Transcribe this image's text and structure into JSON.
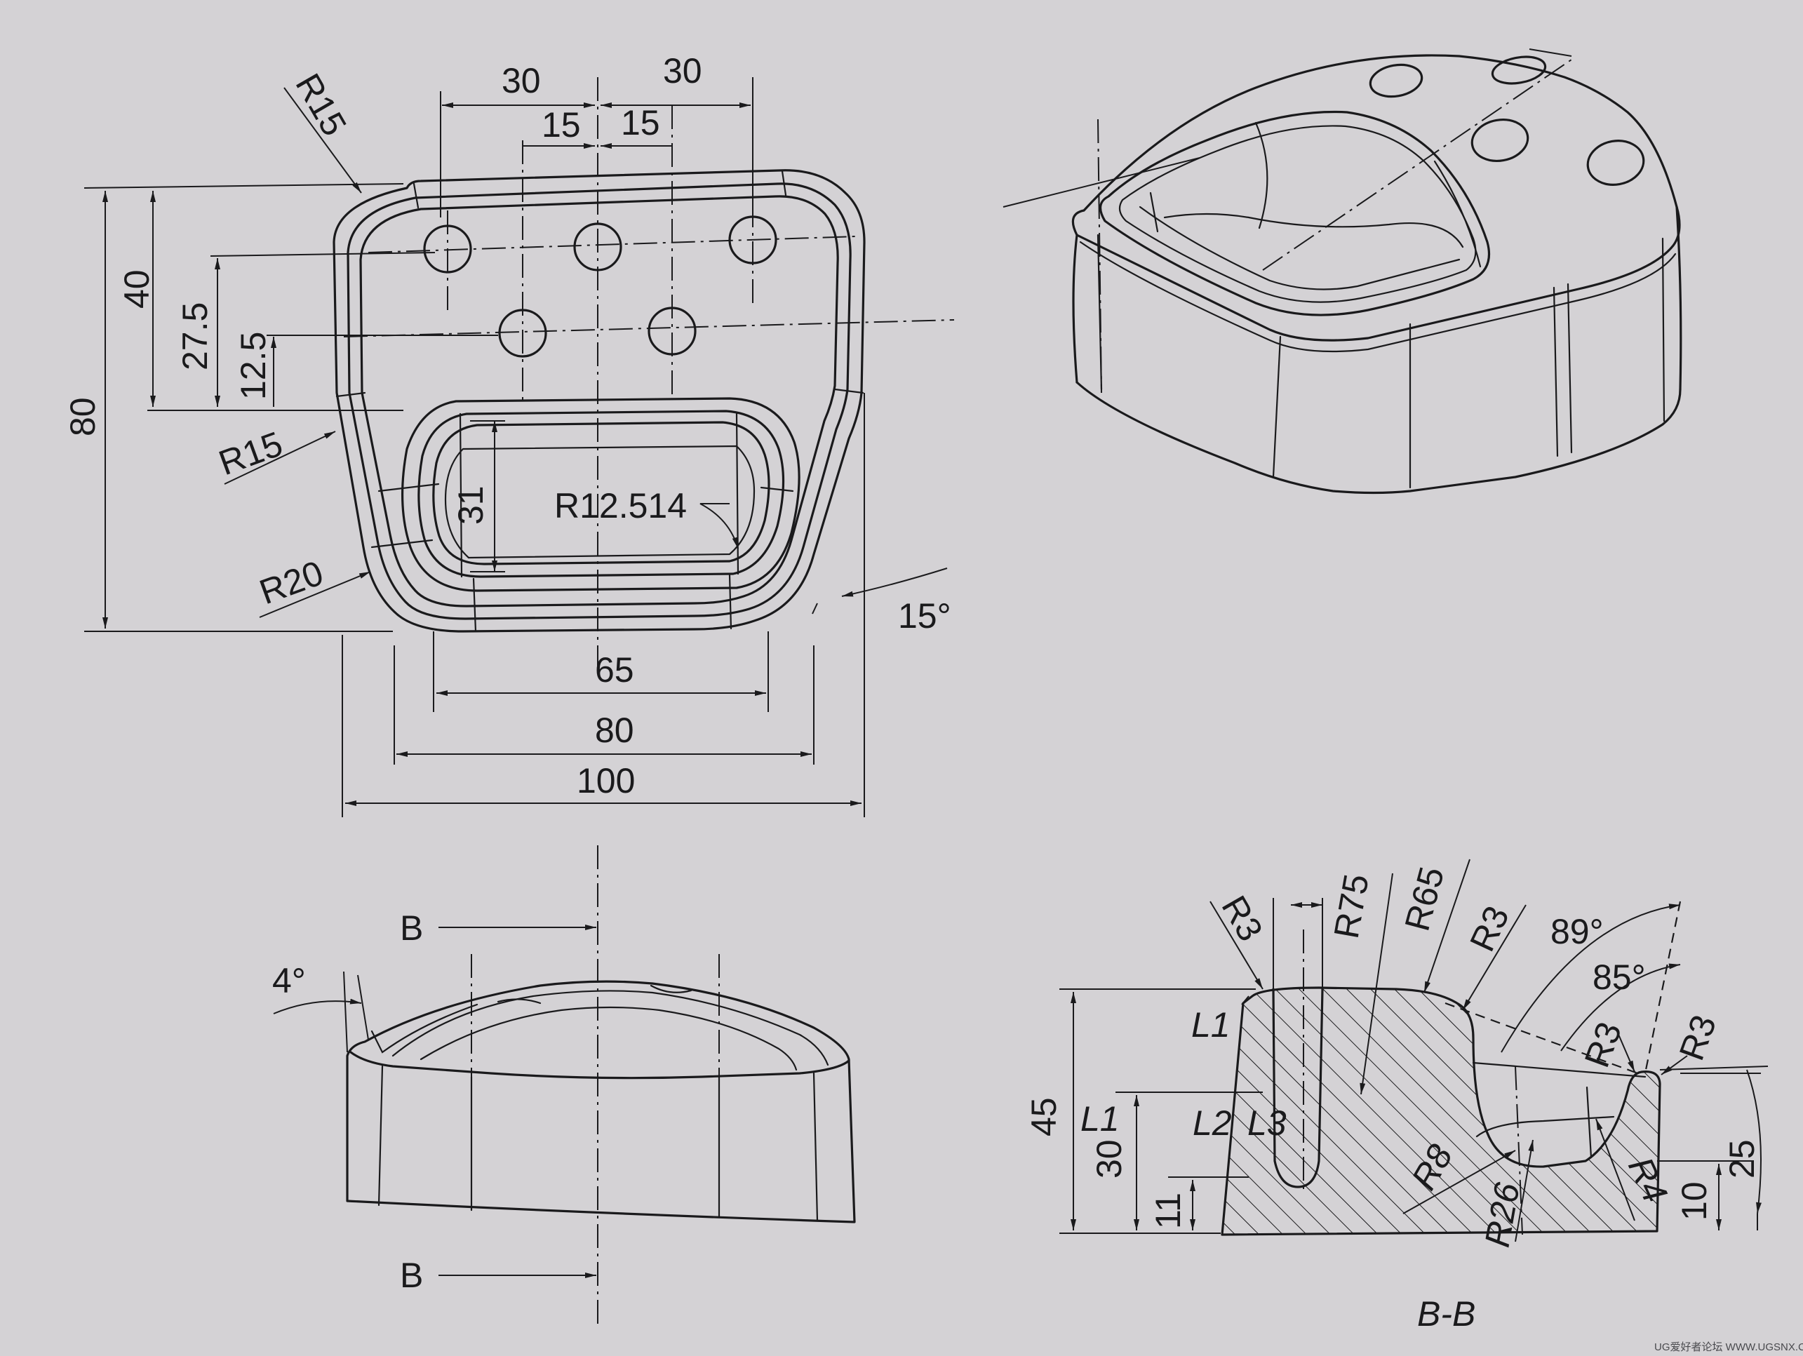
{
  "top_view": {
    "dims": {
      "w30_left": "30",
      "w30_right": "30",
      "w15_left": "15",
      "w15_right": "15",
      "r15_top": "R15",
      "r15_left": "R15",
      "r20": "R20",
      "r12": "R12.514",
      "h80": "80",
      "h40": "40",
      "h27": "27.5",
      "h12": "12.5",
      "h31": "31",
      "w65": "65",
      "w80": "80",
      "w100": "100",
      "angle15": "15°"
    }
  },
  "front_view": {
    "dims": {
      "angle4": "4°",
      "section_top": "B",
      "section_bottom": "B"
    }
  },
  "section_view": {
    "caption": "B-B",
    "dims": {
      "r3_a": "R3",
      "r75": "R75",
      "r65": "R65",
      "r3_b": "R3",
      "r3_c": "R3",
      "r3_d": "R3",
      "a89": "89°",
      "a85": "85°",
      "l1_top": "L1",
      "l1_mid": "L1",
      "l2": "L2",
      "l3": "L3",
      "h45": "45",
      "h30": "30",
      "h11": "11",
      "r8": "R8",
      "r26": "R26",
      "r4": "R4",
      "h25": "25",
      "h10": "10"
    }
  },
  "watermark": "UG爱好者论坛 WWW.UGSNX.COM"
}
